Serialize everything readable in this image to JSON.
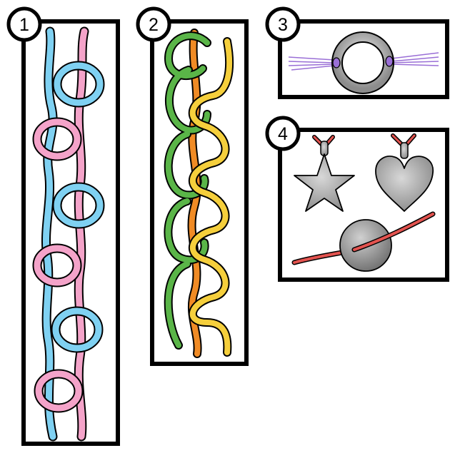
{
  "panels": [
    {
      "id": "panel-1",
      "number": "1",
      "description_colors": [
        "#7fd1f2",
        "#f4a3c9"
      ]
    },
    {
      "id": "panel-2",
      "number": "2",
      "description_colors": [
        "#5ab548",
        "#f08b25",
        "#f5cf3c"
      ]
    },
    {
      "id": "panel-3",
      "number": "3",
      "description_colors": [
        "#b8b8b8",
        "#9a6fd6"
      ]
    },
    {
      "id": "panel-4",
      "number": "4",
      "description_colors": [
        "#a0a0a0",
        "#e3534f"
      ]
    }
  ],
  "colors": {
    "blue_cord": "#7fd1f2",
    "pink_cord": "#f4a3c9",
    "green_cord": "#5ab548",
    "orange_cord": "#f08b25",
    "yellow_cord": "#f5cf3c",
    "ring_gray": "#b8b8b8",
    "purple_thread": "#9a6fd6",
    "pendant_gray": "#a5a5a5",
    "red_cord": "#e3534f"
  },
  "icons": [
    "star-pendant-icon",
    "heart-pendant-icon",
    "bead-icon",
    "ring-icon"
  ]
}
